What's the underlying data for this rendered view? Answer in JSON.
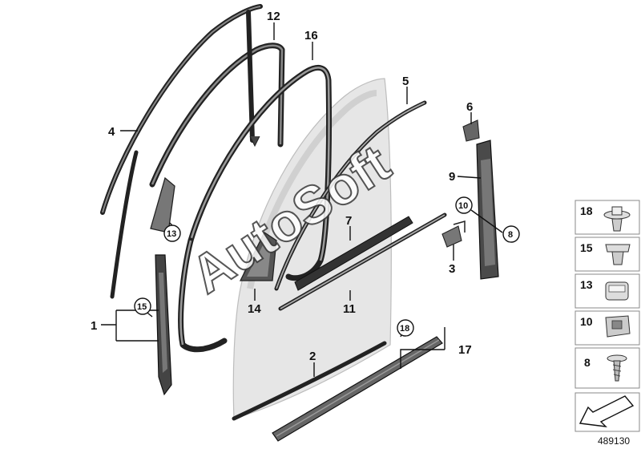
{
  "diagram": {
    "callouts": [
      {
        "id": "c1",
        "label": "1",
        "circled": false
      },
      {
        "id": "c2",
        "label": "2",
        "circled": false
      },
      {
        "id": "c3",
        "label": "3",
        "circled": false
      },
      {
        "id": "c4",
        "label": "4",
        "circled": false
      },
      {
        "id": "c5",
        "label": "5",
        "circled": false
      },
      {
        "id": "c6",
        "label": "6",
        "circled": false
      },
      {
        "id": "c7",
        "label": "7",
        "circled": false
      },
      {
        "id": "c8",
        "label": "8",
        "circled": true
      },
      {
        "id": "c9",
        "label": "9",
        "circled": false
      },
      {
        "id": "c10",
        "label": "10",
        "circled": true
      },
      {
        "id": "c11",
        "label": "11",
        "circled": false
      },
      {
        "id": "c12",
        "label": "12",
        "circled": false
      },
      {
        "id": "c13",
        "label": "13",
        "circled": true
      },
      {
        "id": "c14",
        "label": "14",
        "circled": false
      },
      {
        "id": "c15",
        "label": "15",
        "circled": true
      },
      {
        "id": "c16",
        "label": "16",
        "circled": false
      },
      {
        "id": "c17",
        "label": "17",
        "circled": false
      },
      {
        "id": "c18",
        "label": "18",
        "circled": true
      }
    ],
    "legend": [
      {
        "label": "18",
        "icon": "push-rivet-icon"
      },
      {
        "label": "15",
        "icon": "clip-icon"
      },
      {
        "label": "13",
        "icon": "clip-nut-icon"
      },
      {
        "label": "10",
        "icon": "clip-retainer-icon"
      },
      {
        "label": "8",
        "icon": "screw-icon"
      }
    ],
    "watermark": "AutoSoft",
    "reference_number": "489130",
    "direction_icon": "arrow-icon"
  }
}
